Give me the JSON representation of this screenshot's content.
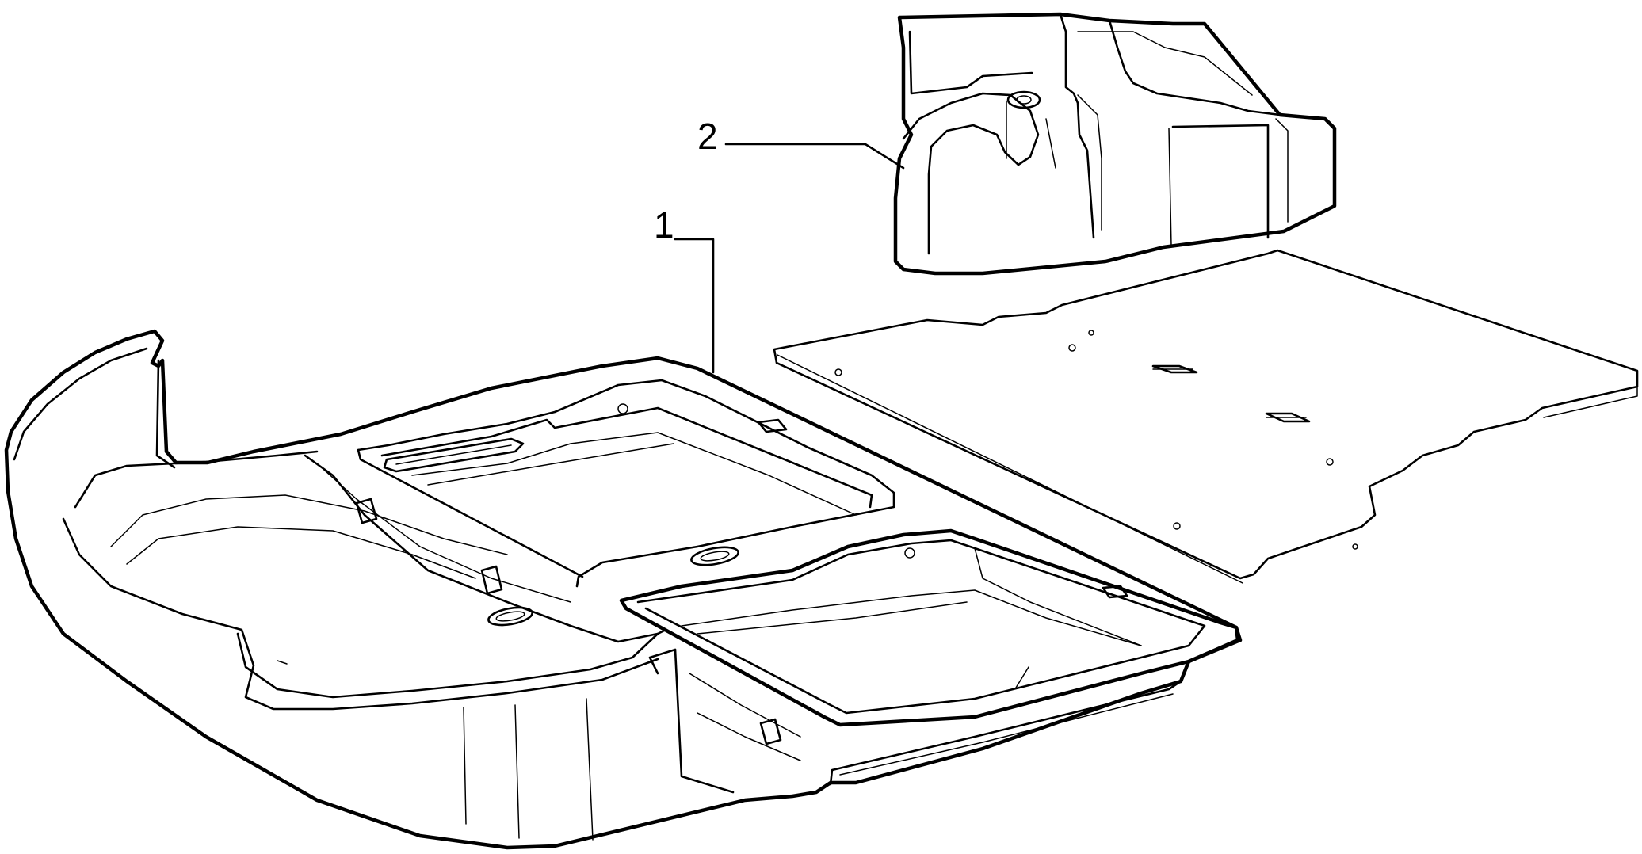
{
  "callouts": [
    {
      "number": "1",
      "part": "rear-compartment-tray"
    },
    {
      "number": "2",
      "part": "wheel-housing-cover"
    }
  ],
  "colors": {
    "line": "#000000",
    "background": "#ffffff"
  }
}
